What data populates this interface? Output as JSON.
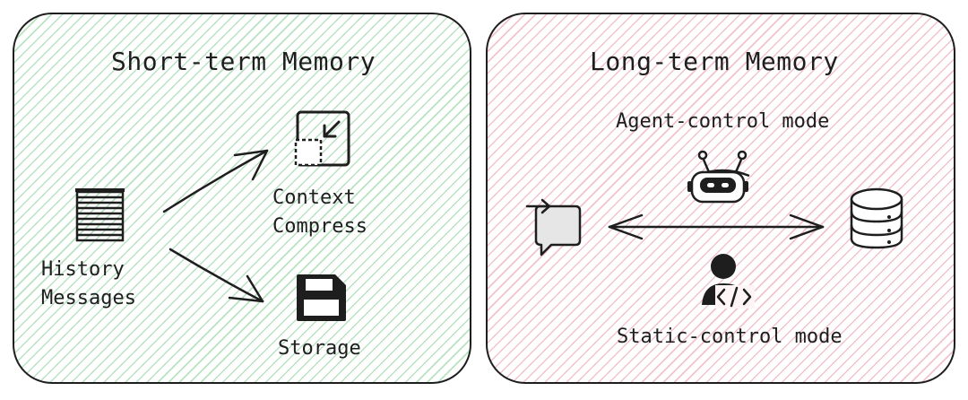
{
  "short_term": {
    "title": "Short-term Memory",
    "history_label_line1": "History",
    "history_label_line2": "Messages",
    "context_label_line1": "Context",
    "context_label_line2": "Compress",
    "storage_label": "Storage",
    "accent_color": "#b8e2c0"
  },
  "long_term": {
    "title": "Long-term Memory",
    "agent_mode_label": "Agent-control mode",
    "static_mode_label": "Static-control mode",
    "accent_color": "#f2c3cc"
  },
  "icons": {
    "history": "document-lines-icon",
    "compress": "compress-icon",
    "storage": "floppy-disk-icon",
    "message": "message-icon",
    "agent": "robot-icon",
    "static": "developer-icon",
    "database": "database-icon"
  }
}
